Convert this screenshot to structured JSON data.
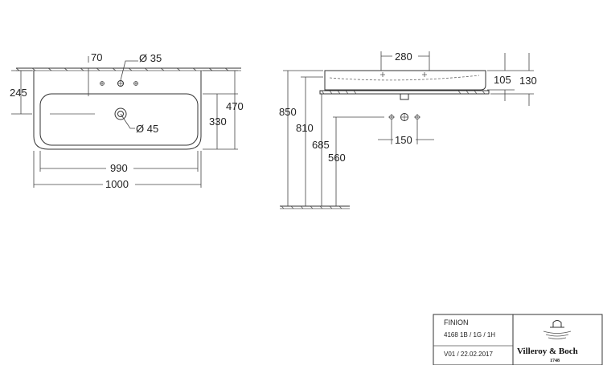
{
  "top_view": {
    "dims": {
      "d70": "70",
      "d35": "Ø 35",
      "d245": "245",
      "d470": "470",
      "d330": "330",
      "d45": "Ø 45",
      "d990": "990",
      "d1000": "1000"
    }
  },
  "side_view": {
    "dims": {
      "d280": "280",
      "d105": "105",
      "d130": "130",
      "d850": "850",
      "d810": "810",
      "d685": "685",
      "d560": "560",
      "d150": "150"
    }
  },
  "title_block": {
    "product": "FINION",
    "codes": "4168 1B / 1G / 1H",
    "version": "V01 / 22.02.2017",
    "brand": "Villeroy & Boch",
    "brand_year": "1748"
  }
}
